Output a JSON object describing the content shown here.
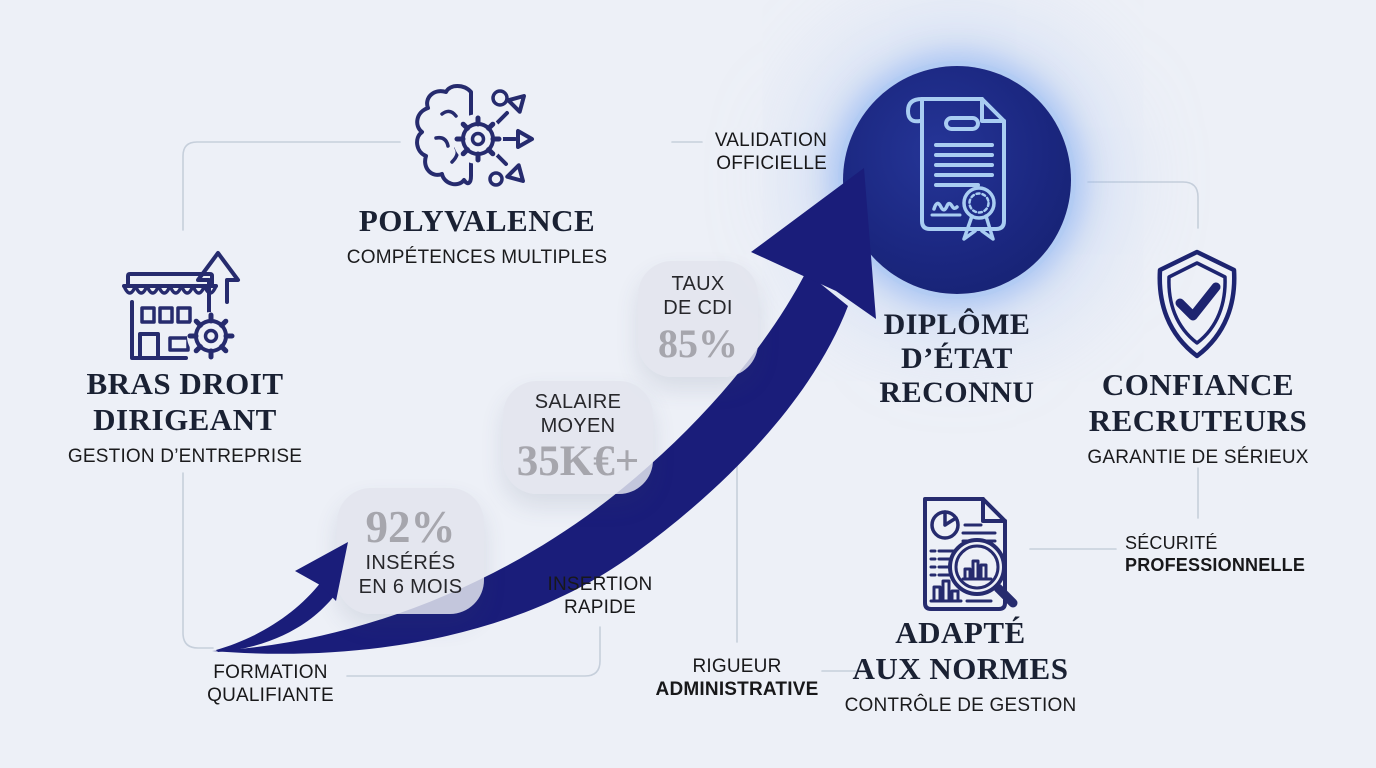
{
  "colors": {
    "background": "#edf0f7",
    "arrow_navy": "#1a1d7a",
    "icon_stroke": "#262b6e",
    "heading_navy": "#1a2133",
    "label_dark": "#18181a",
    "stat_gray": "#a6a6ad",
    "bubble_bg": "rgba(226,228,237,0.85)",
    "connector_line": "#c6cfdb",
    "circle_fill": "#1b2780",
    "diploma_icon_stroke": "#a9cdf2"
  },
  "nodes": {
    "polyvalence": {
      "icon": "brain-gears-arrows-icon",
      "title": "POLYVALENCE",
      "subtitle": "COMPÉTENCES MULTIPLES"
    },
    "bras_droit": {
      "icon": "storefront-gear-growth-icon",
      "title_line1": "BRAS DROIT",
      "title_line2": "DIRIGEANT",
      "subtitle": "GESTION D’ENTREPRISE"
    },
    "diplome": {
      "icon": "certificate-medal-icon",
      "title_line1": "DIPLÔME",
      "title_line2": "D’ÉTAT",
      "title_line3": "RECONNU"
    },
    "confiance": {
      "icon": "shield-check-icon",
      "title_line1": "CONFIANCE",
      "title_line2": "RECRUTEURS",
      "subtitle": "GARANTIE DE SÉRIEUX"
    },
    "adapte": {
      "icon": "report-magnifier-icon",
      "title_line1": "ADAPTÉ",
      "title_line2": "AUX NORMES",
      "subtitle": "CONTRÔLE DE GESTION"
    }
  },
  "stats": {
    "taux": {
      "label_line1": "TAUX",
      "label_line2": "DE CDI",
      "value": "85%"
    },
    "salaire": {
      "label_line1": "SALAIRE",
      "label_line2": "MOYEN",
      "value": "35K€+"
    },
    "inseres": {
      "value": "92%",
      "label_line1": "INSÉRÉS",
      "label_line2": "EN 6 MOIS"
    }
  },
  "annotations": {
    "validation": {
      "line1": "VALIDATION",
      "line2": "OFFICIELLE"
    },
    "insertion": {
      "line1": "INSERTION",
      "line2": "RAPIDE"
    },
    "formation": {
      "line1": "FORMATION",
      "line2": "QUALIFIANTE"
    },
    "rigueur": {
      "line1": "RIGUEUR",
      "line2": "ADMINISTRATIVE"
    },
    "securite": {
      "line1": "SÉCURITÉ",
      "line2": "PROFESSIONNELLE"
    }
  }
}
